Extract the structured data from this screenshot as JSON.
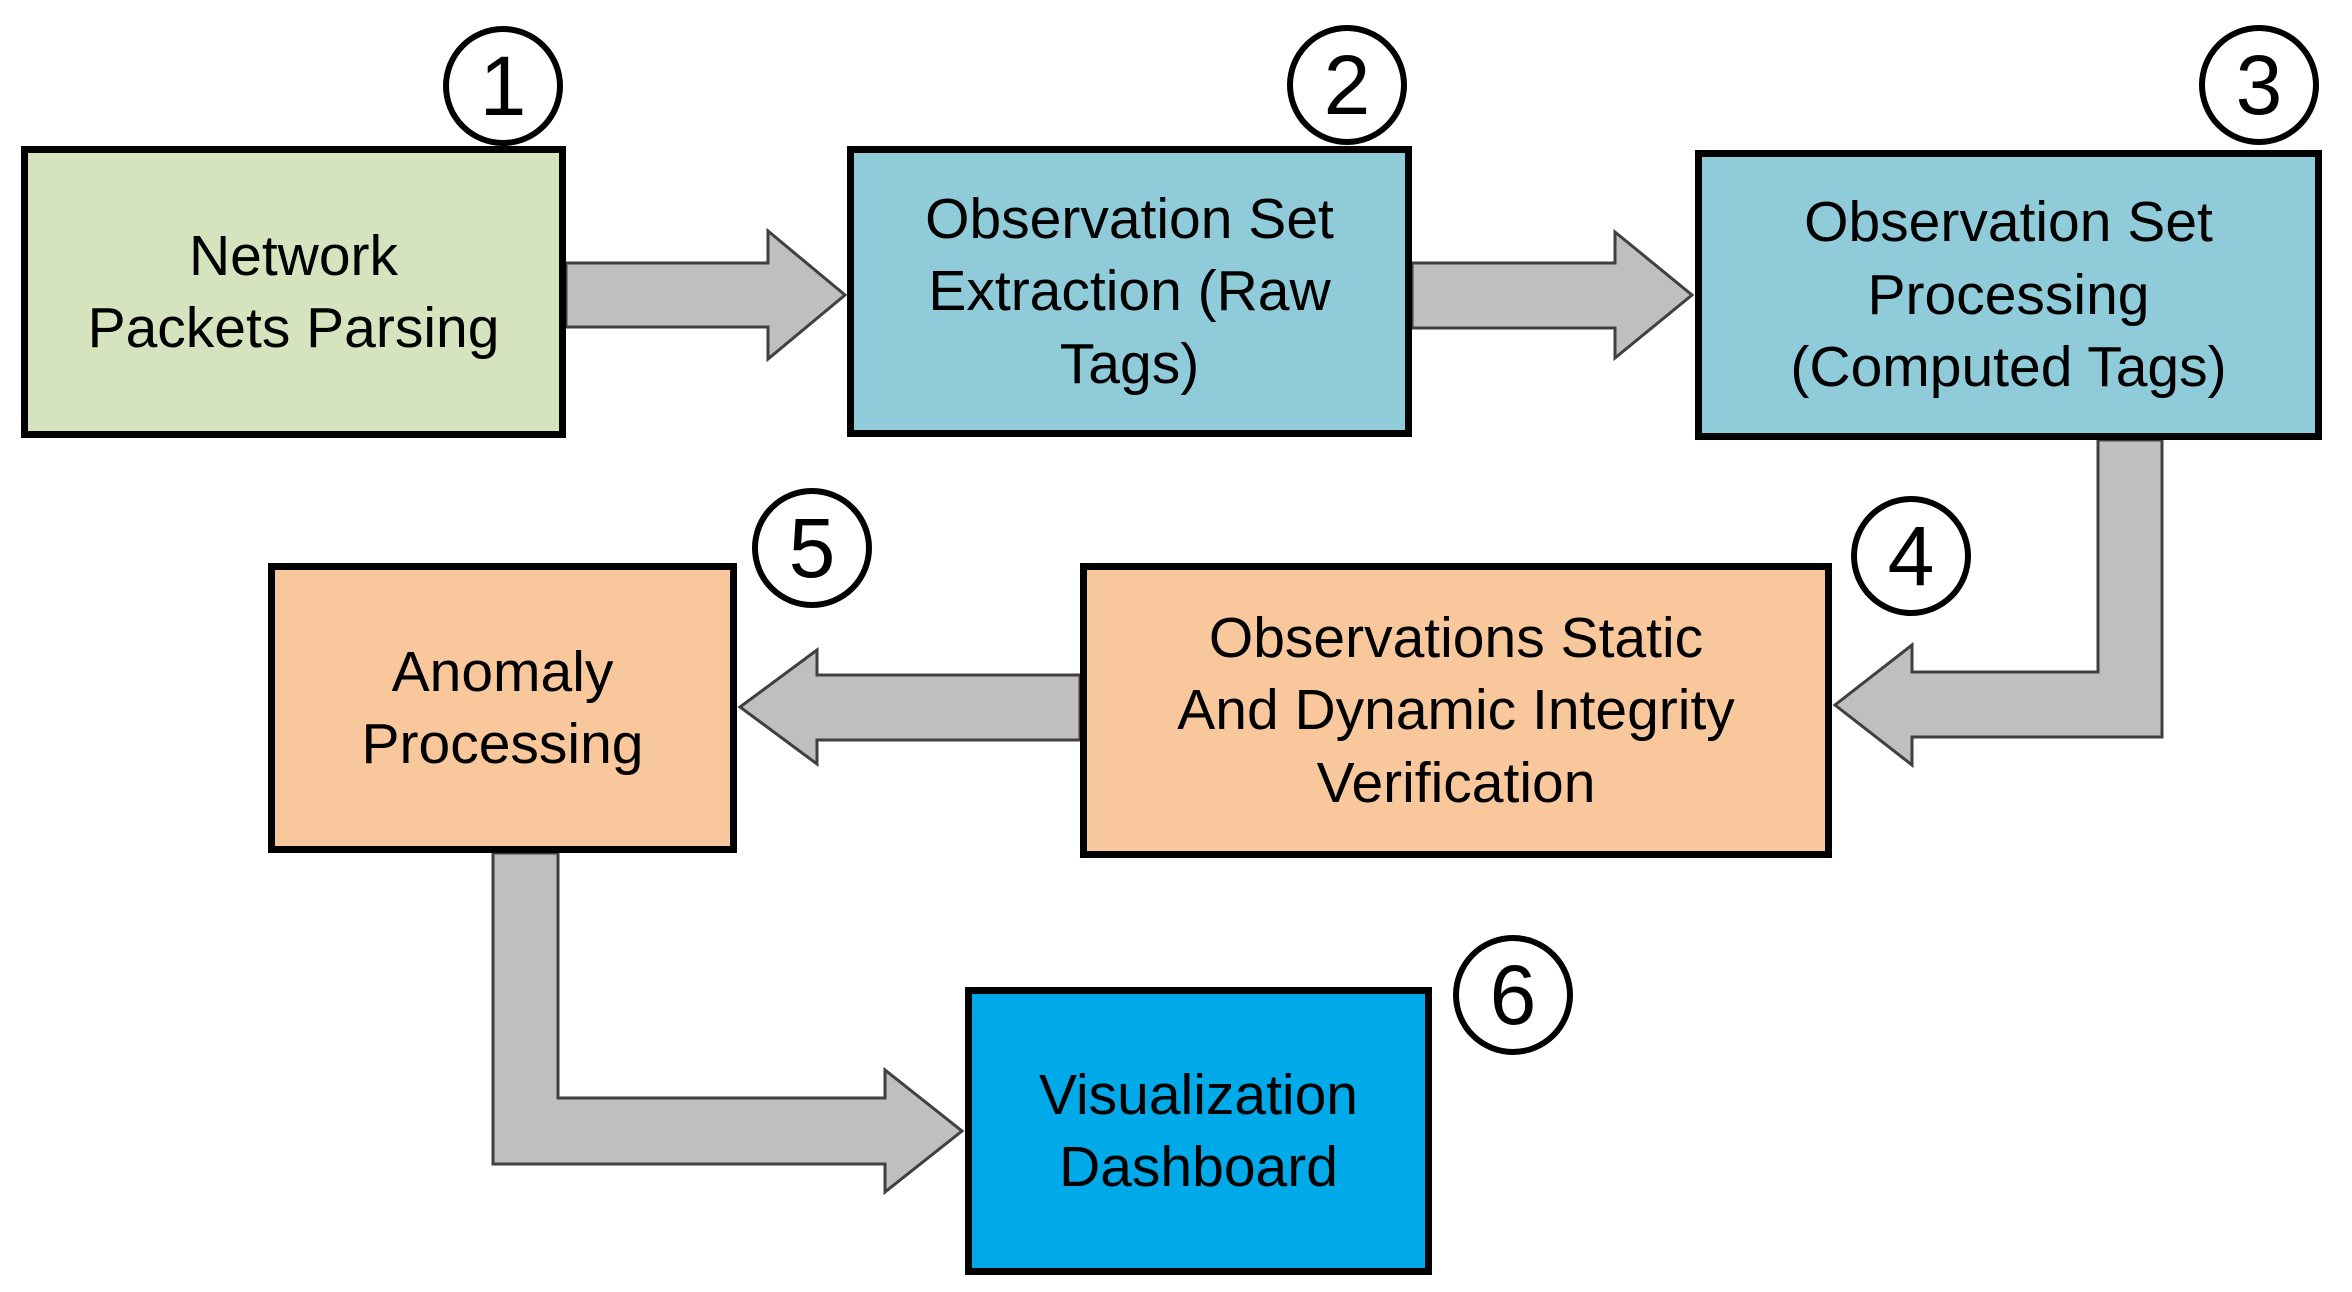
{
  "diagram": {
    "nodes": [
      {
        "number": "1",
        "label": "Network\nPackets Parsing",
        "color_key": "green"
      },
      {
        "number": "2",
        "label": "Observation Set\nExtraction (Raw\nTags)",
        "color_key": "teal"
      },
      {
        "number": "3",
        "label": "Observation Set\nProcessing\n(Computed Tags)",
        "color_key": "teal"
      },
      {
        "number": "4",
        "label": "Observations Static\nAnd Dynamic Integrity\nVerification",
        "color_key": "orange"
      },
      {
        "number": "5",
        "label": "Anomaly\nProcessing",
        "color_key": "orange"
      },
      {
        "number": "6",
        "label": "Visualization\nDashboard",
        "color_key": "cyan"
      }
    ],
    "edges": [
      {
        "from": "1",
        "to": "2"
      },
      {
        "from": "2",
        "to": "3"
      },
      {
        "from": "3",
        "to": "4"
      },
      {
        "from": "4",
        "to": "5"
      },
      {
        "from": "5",
        "to": "6"
      }
    ],
    "colors": {
      "green": "#D6E3BF",
      "teal": "#8FCBD9",
      "orange": "#F8C79C",
      "cyan": "#00A9E7",
      "arrow_fill": "#BFBFBF",
      "arrow_outline": "#404040",
      "box_border": "#000000",
      "circle_fill": "#FFFFFF"
    }
  }
}
